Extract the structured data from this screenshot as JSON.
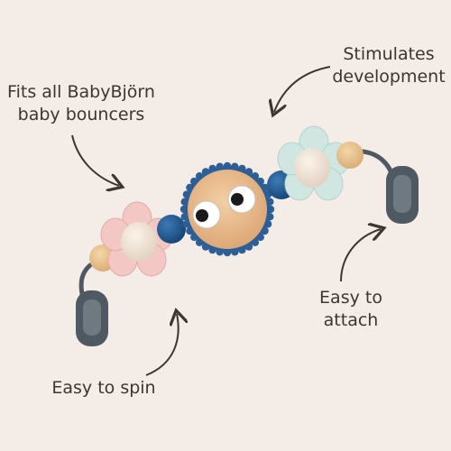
{
  "callouts": {
    "fits_line1": "Fits all BabyBjörn",
    "fits_line2": "baby bouncers",
    "stimulates_line1": "Stimulates",
    "stimulates_line2": "development",
    "spin": "Easy to spin",
    "attach_line1": "Easy to",
    "attach_line2": "attach"
  },
  "colors": {
    "background": "#f4ece6",
    "text": "#3b3633",
    "arrow": "#3b3633",
    "clip": "#4f5962",
    "wood": "#e6b98c",
    "navy_bead": "#1f5a91",
    "pink_flower": "#f2c7c4",
    "mint_flower": "#cfe6e1"
  }
}
